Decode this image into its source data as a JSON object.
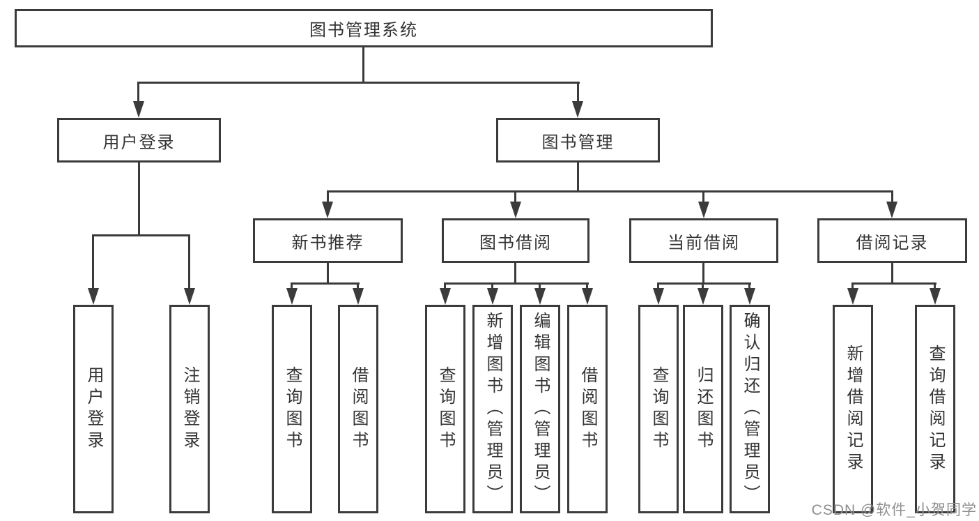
{
  "tree": {
    "root": "图书管理系统",
    "user": {
      "label": "用户登录",
      "children": [
        "用户登录",
        "注销登录"
      ]
    },
    "mgmt": {
      "label": "图书管理",
      "groups": [
        {
          "label": "新书推荐",
          "children": [
            "查询图书",
            "借阅图书"
          ]
        },
        {
          "label": "图书借阅",
          "children": [
            "查询图书",
            "新增图书（管理员）",
            "编辑图书（管理员）",
            "借阅图书"
          ]
        },
        {
          "label": "当前借阅",
          "children": [
            "查询图书",
            "归还图书",
            "确认归还（管理员）"
          ]
        },
        {
          "label": "借阅记录",
          "children": [
            "新增借阅记录",
            "查询借阅记录"
          ]
        }
      ]
    }
  },
  "watermark": "CSDN @软件_小贺同学",
  "colors": {
    "line": "#3b3b3b",
    "text": "#333333",
    "watermark": "#8f8f8f",
    "background": "#ffffff"
  }
}
